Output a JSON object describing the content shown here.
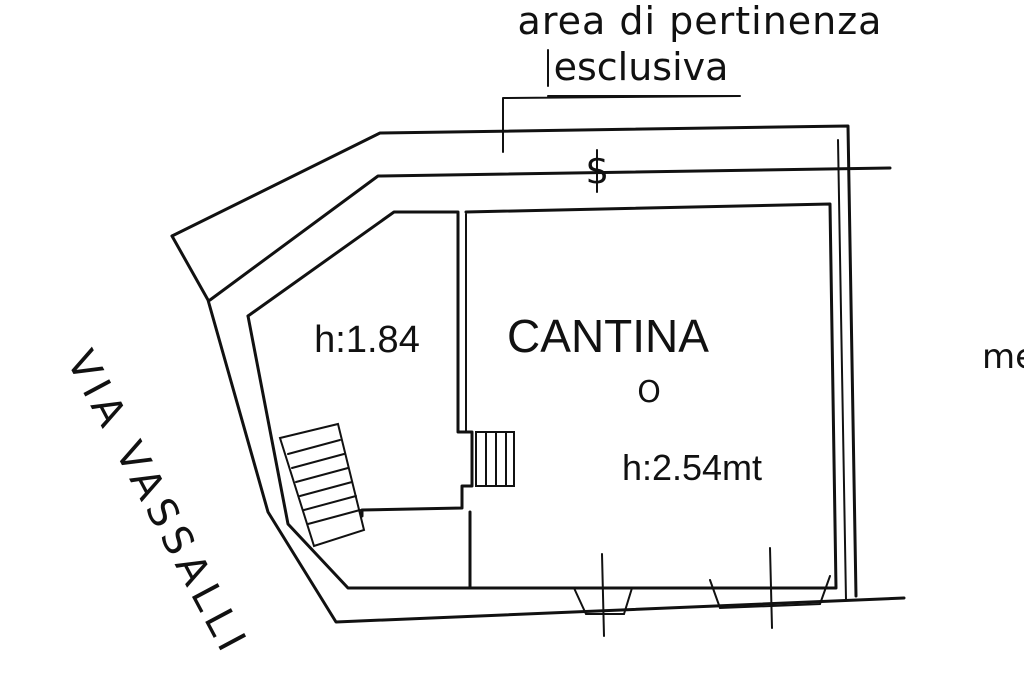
{
  "labels": {
    "area_line1": "area di pertinenza",
    "area_line2": "esclusiva",
    "section_mark": "S",
    "room_name": "CANTINA",
    "room_mark": "O",
    "height_left": "h:1.84",
    "height_room": "h:2.54mt",
    "street": "VIA VASSALLI",
    "cut_text": "me"
  },
  "colors": {
    "ink": "#111111",
    "room_name": "#555555",
    "background": "#ffffff"
  }
}
